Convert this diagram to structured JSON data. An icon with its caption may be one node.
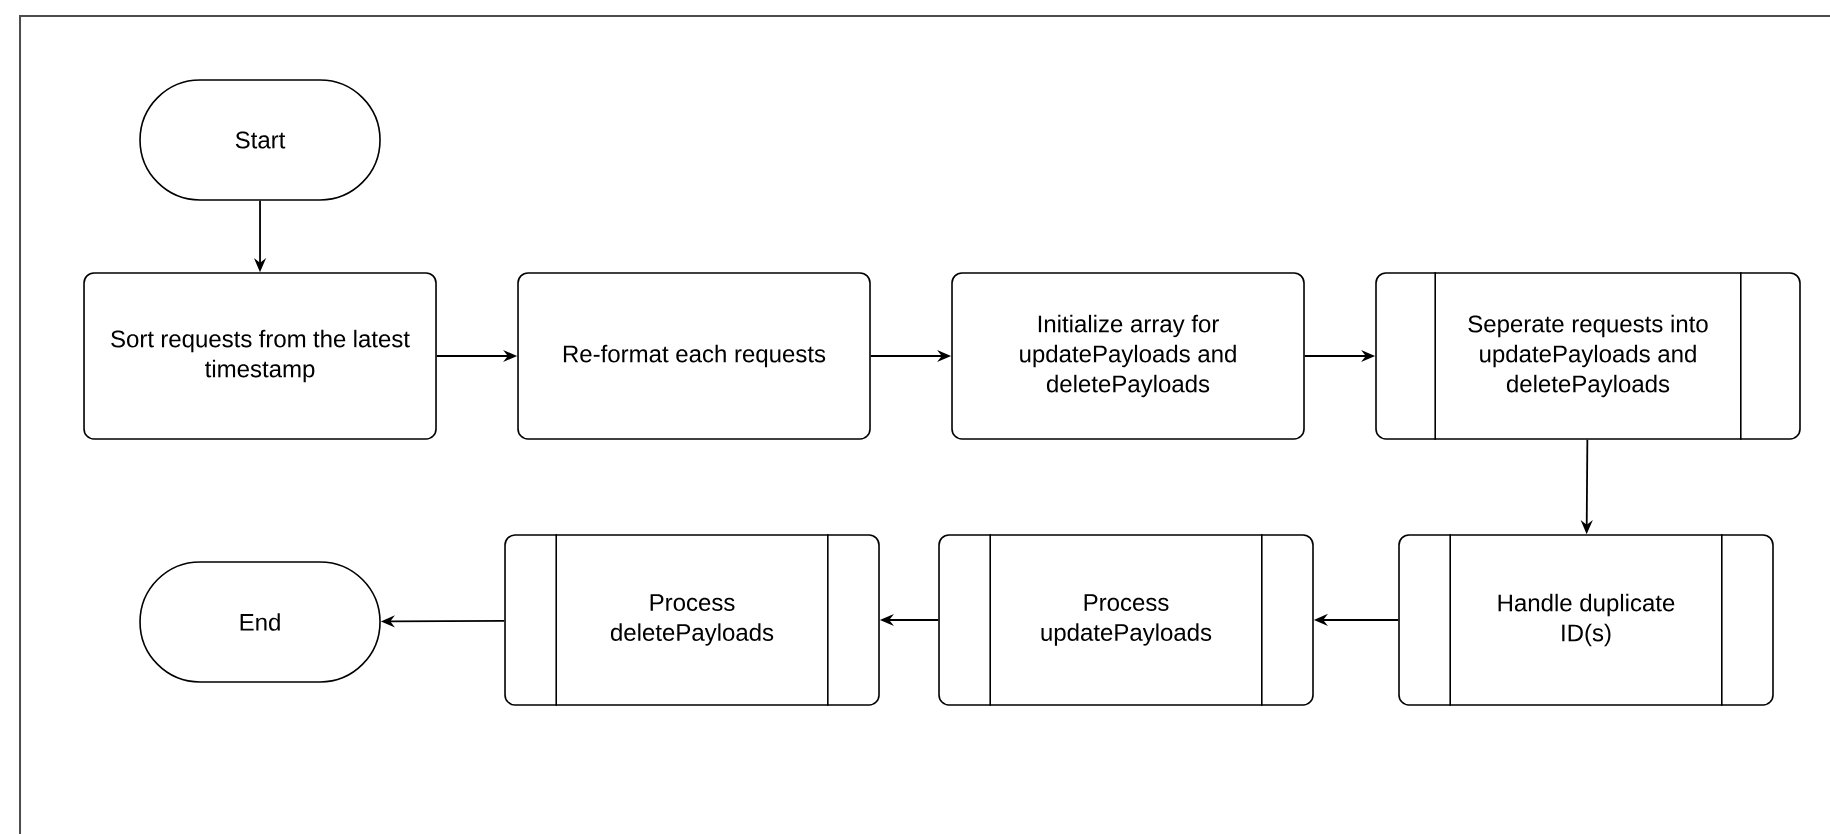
{
  "diagram": {
    "nodes": [
      {
        "text": [
          "Start"
        ]
      },
      {
        "text": [
          "Sort requests from the latest timestamp"
        ]
      },
      {
        "text": [
          "Re-format each requests"
        ]
      },
      {
        "text": [
          "Initialize array for updatePayloads and deletePayloads"
        ]
      },
      {
        "text": [
          "Seperate requests into updatePayloads and deletePayloads"
        ]
      },
      {
        "text": [
          "Handle duplicate ID(s)"
        ]
      },
      {
        "text": [
          "Process updatePayloads"
        ]
      },
      {
        "text": [
          "Process deletePayloads"
        ]
      },
      {
        "text": [
          "End"
        ]
      }
    ],
    "edges": [
      {
        "from": 0,
        "to": 1,
        "arrow": "to"
      },
      {
        "from": 1,
        "to": 2,
        "arrow": "to"
      },
      {
        "from": 2,
        "to": 3,
        "arrow": "to"
      },
      {
        "from": 3,
        "to": 4,
        "arrow": "to"
      },
      {
        "from": 4,
        "to": 5,
        "arrow": "to"
      },
      {
        "from": 5,
        "to": 6,
        "arrow": "to"
      },
      {
        "from": 6,
        "to": 7,
        "arrow": "to"
      },
      {
        "from": 7,
        "to": 8,
        "arrow": "to"
      }
    ]
  }
}
